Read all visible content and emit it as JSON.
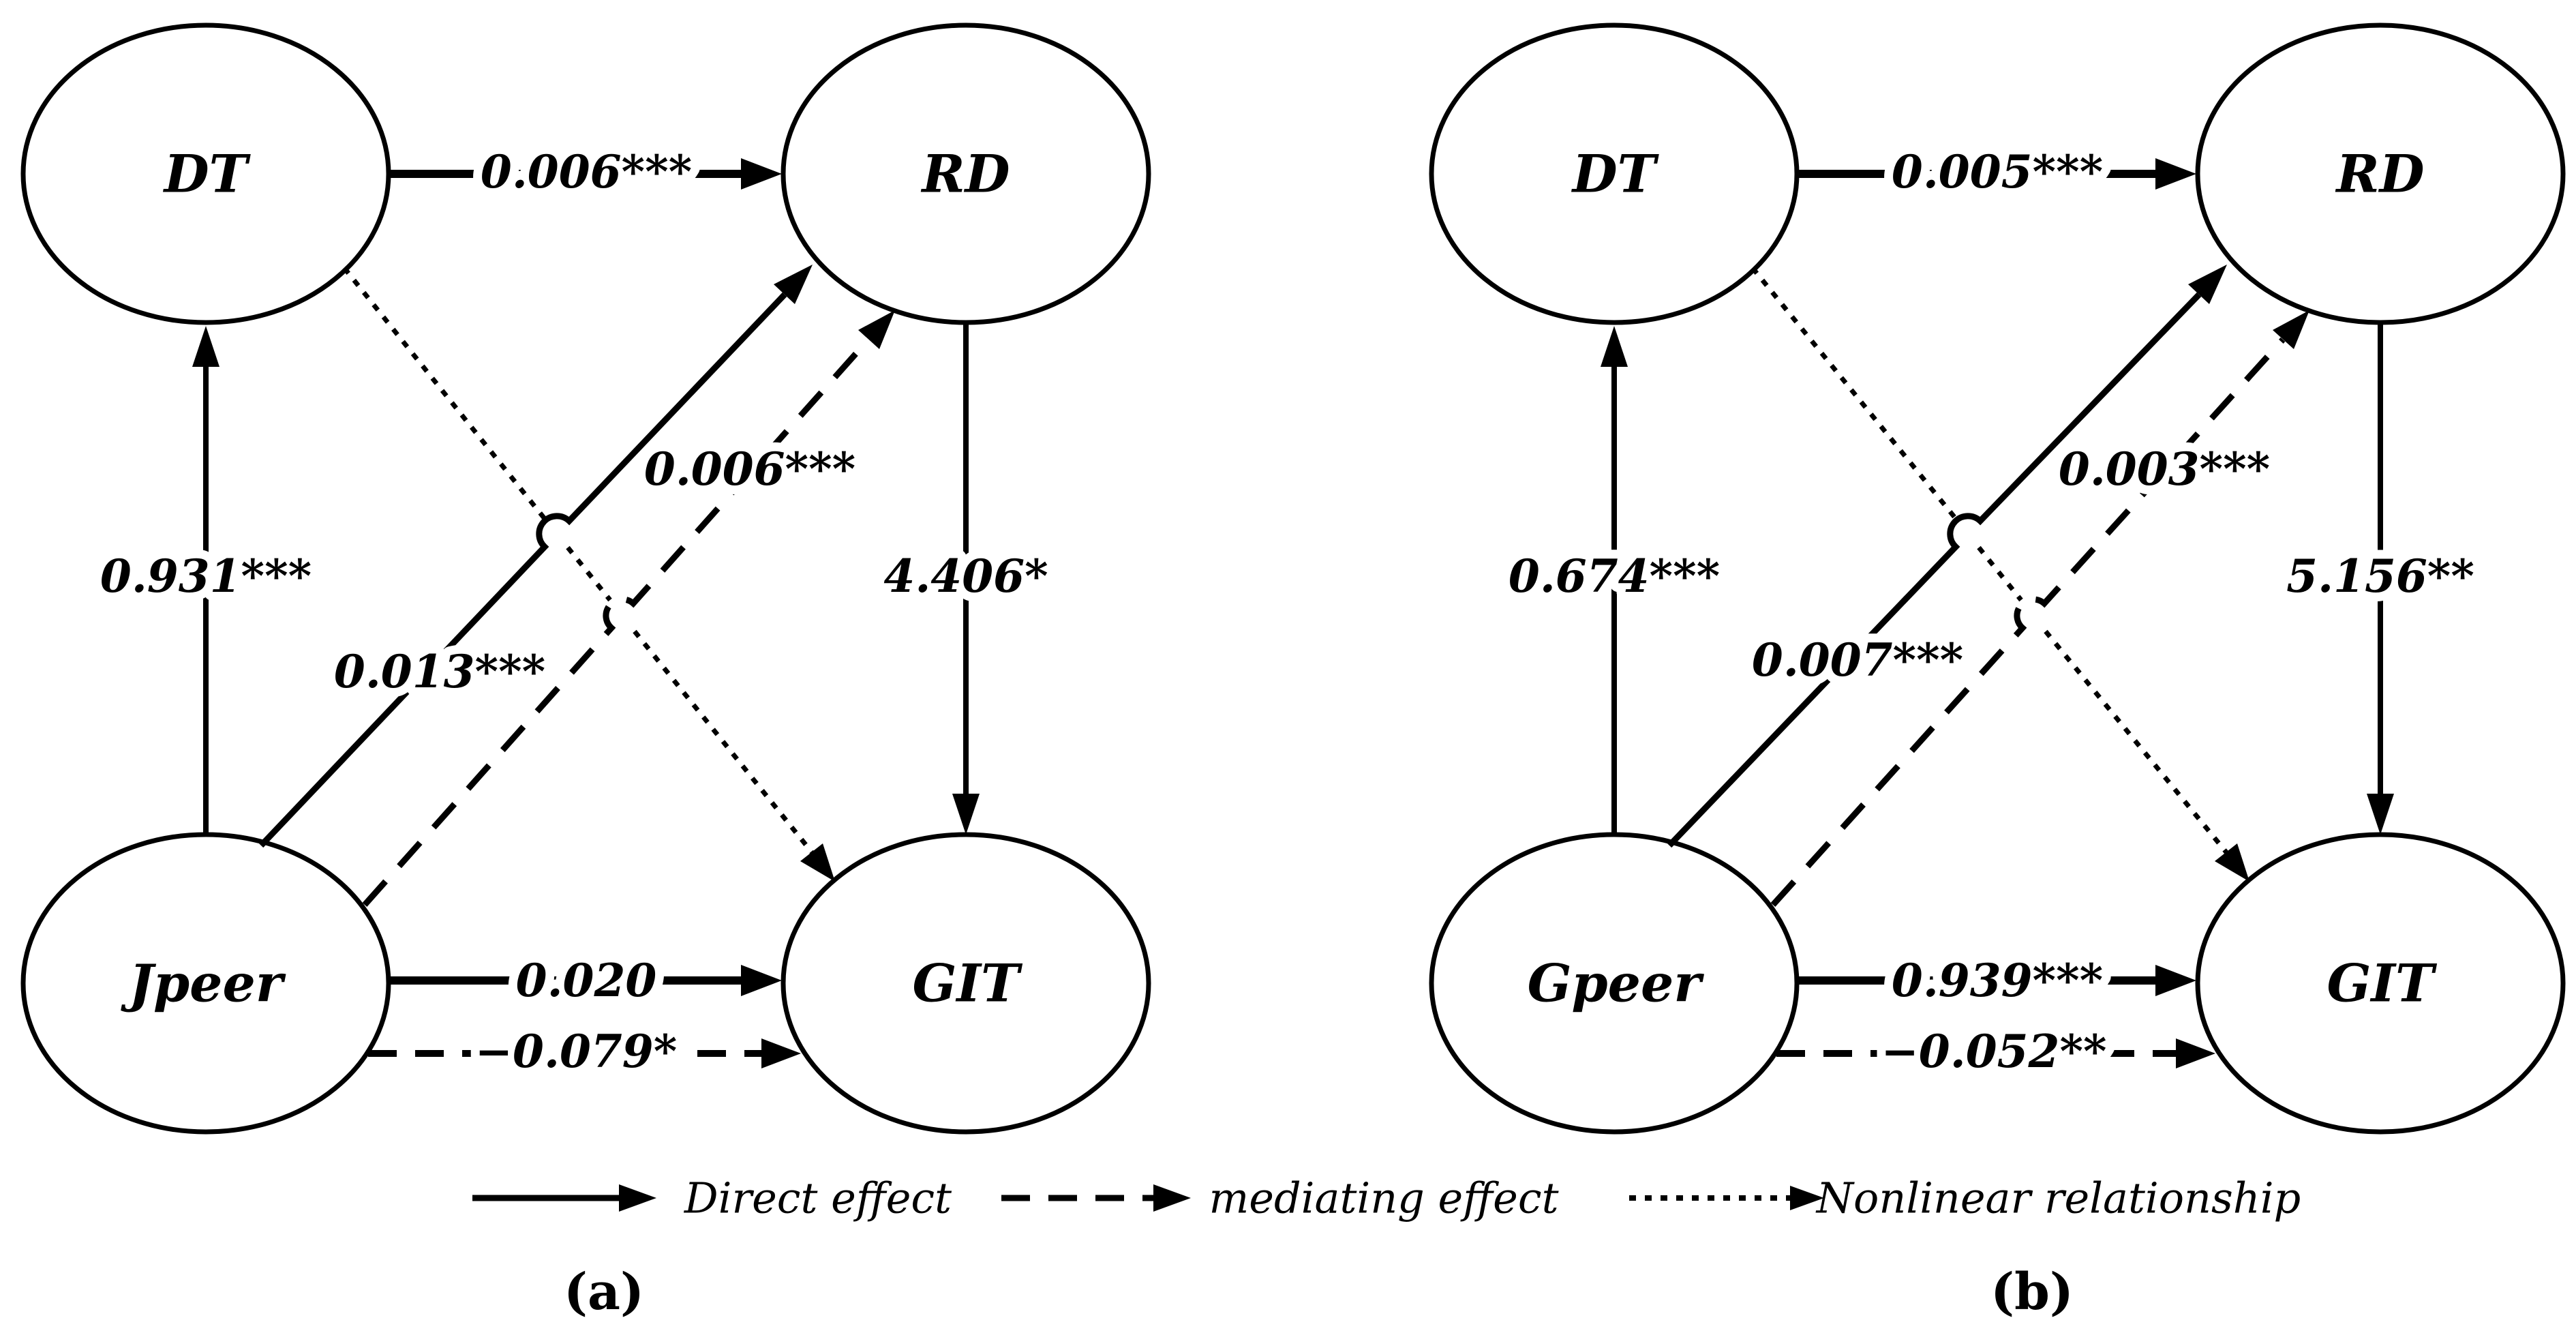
{
  "figure": {
    "background_color": "#ffffff",
    "line_color": "#000000",
    "panels": [
      {
        "caption": "(a)",
        "nodes": {
          "top_left": "DT",
          "top_right": "RD",
          "bottom_left": "Jpeer",
          "bottom_right": "GIT"
        },
        "paths": {
          "dt_rd": "0.006***",
          "peer_dt": "0.931***",
          "rd_git": "4.406*",
          "peer_rd_direct": "0.013***",
          "peer_rd_mediating": "0.006***",
          "peer_git_direct": "0.020",
          "peer_git_mediating": "−0.079*"
        }
      },
      {
        "caption": "(b)",
        "nodes": {
          "top_left": "DT",
          "top_right": "RD",
          "bottom_left": "Gpeer",
          "bottom_right": "GIT"
        },
        "paths": {
          "dt_rd": "0.005***",
          "peer_dt": "0.674***",
          "rd_git": "5.156**",
          "peer_rd_direct": "0.007***",
          "peer_rd_mediating": "0.003***",
          "peer_git_direct": "0.939***",
          "peer_git_mediating": "−0.052**"
        }
      }
    ],
    "legend": [
      {
        "style": "solid",
        "label": "Direct effect"
      },
      {
        "style": "dashed",
        "label": "mediating effect"
      },
      {
        "style": "dotted",
        "label": "Nonlinear relationship"
      }
    ]
  }
}
